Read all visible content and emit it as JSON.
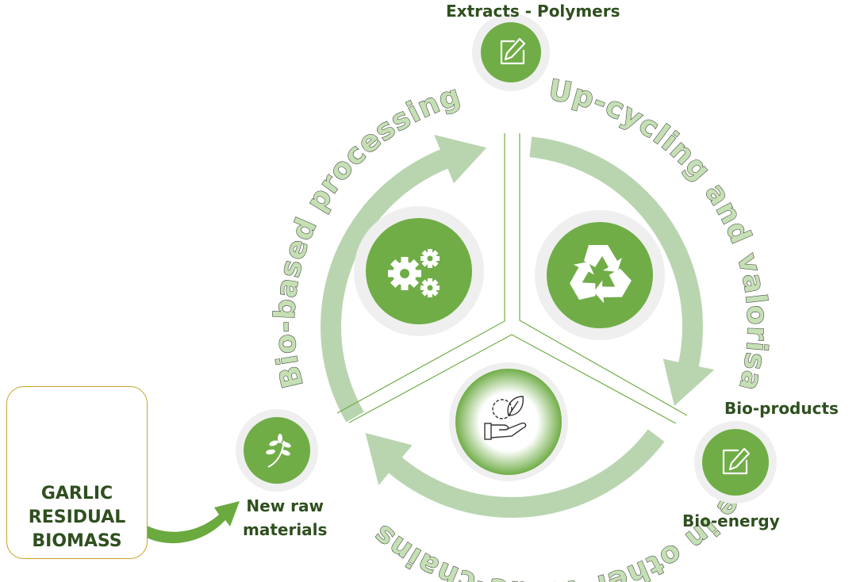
{
  "diagram": {
    "title": "Garlic residual biomass circular bioeconomy cycle",
    "colors": {
      "arc": "#b9d5b0",
      "node_fill": "#70ad47",
      "node_ring": "#efefef",
      "label_text": "#2f4f1f",
      "curved_text_fill": "#c5e0b4",
      "divider": "#70ad47",
      "source_border": "#c9a227",
      "input_arrow": "#6aaa3e"
    },
    "source": {
      "title_lines": [
        "GARLIC",
        "RESIDUAL",
        "BIOMASS"
      ],
      "icons": [
        "leek-stalk-icon",
        "garlic-bulb-icon"
      ]
    },
    "stages": [
      {
        "id": "bio-based-processing",
        "curved_label": "Bio-based processing",
        "icon": "gears-icon"
      },
      {
        "id": "up-cycling",
        "curved_label": "Up-cycling and valorisation",
        "icon": "recycle-icon"
      },
      {
        "id": "other-value-chains",
        "curved_label": "Use in other value-chains",
        "icon": "hand-gear-leaf-icon"
      }
    ],
    "nodes": [
      {
        "id": "extracts",
        "label": "Extracts - Polymers",
        "icon": "edit-pencil-icon"
      },
      {
        "id": "bio-products",
        "label_top": "Bio-products",
        "label_bottom": "Bio-energy",
        "icon": "edit-pencil-icon"
      },
      {
        "id": "raw-materials",
        "label_lines": [
          "New raw",
          "materials"
        ],
        "icon": "plant-sprig-icon"
      }
    ]
  }
}
